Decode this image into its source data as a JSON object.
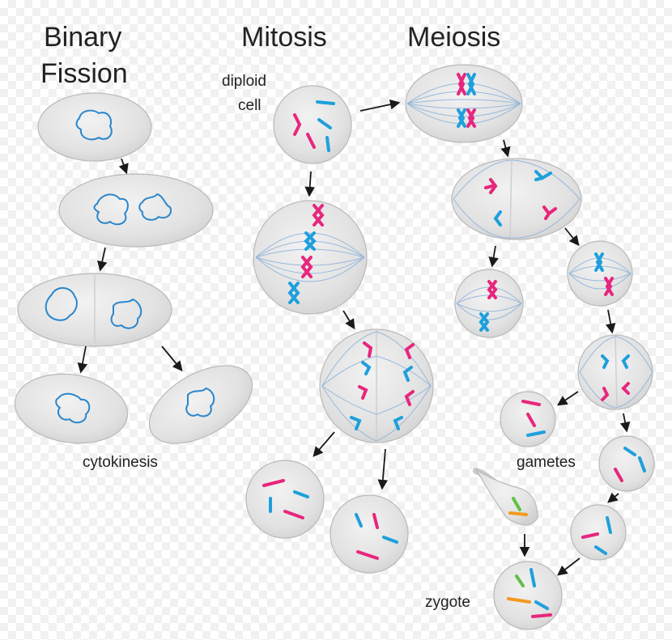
{
  "titles": {
    "binary_fission": [
      "Binary",
      "Fission"
    ],
    "mitosis": "Mitosis",
    "meiosis": "Meiosis"
  },
  "labels": {
    "diploid_cell": [
      "diploid",
      "cell"
    ],
    "cytokinesis": "cytokinesis",
    "gametes": "gametes",
    "zygote": "zygote"
  },
  "colors": {
    "chromosome_blue": "#1ea0dc",
    "chromosome_pink": "#e8267d",
    "chromosome_green": "#62bf46",
    "chromosome_orange": "#f29a1f",
    "dna_outline": "#2a86cc",
    "spindle": "#8fb4dc",
    "cell_fill": "#e3e3e3"
  }
}
